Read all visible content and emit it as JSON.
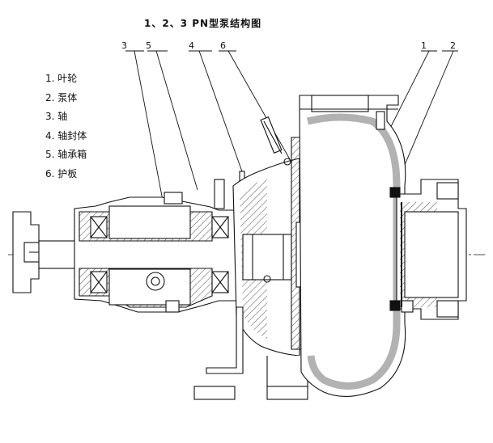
{
  "title": "1、2、3 PN型泵结构图",
  "legend": [
    "1. 叶轮",
    "2. 泵体",
    "3. 轴",
    "4. 轴封体",
    "5. 轴承箱",
    "6. 护板"
  ],
  "callouts": [
    "3",
    "5",
    "4",
    "6",
    "1",
    "2"
  ]
}
